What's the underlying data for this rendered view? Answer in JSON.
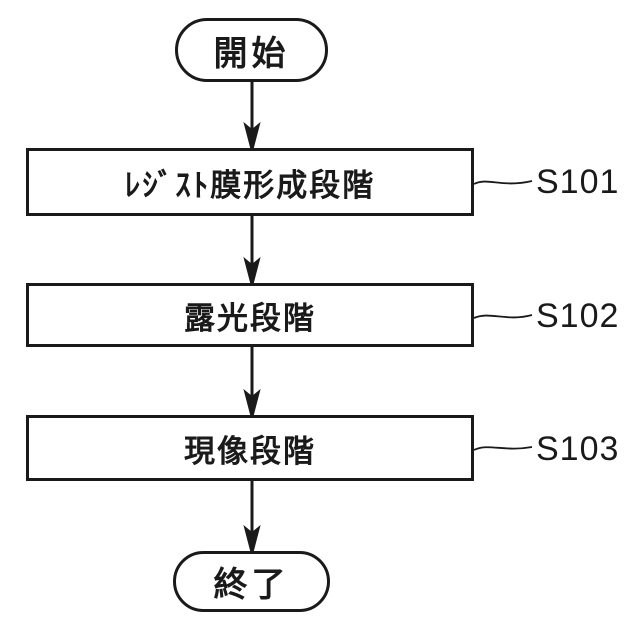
{
  "diagram": {
    "title": "lithography-process-flowchart",
    "start": {
      "label": "開始"
    },
    "end": {
      "label": "終了"
    },
    "steps": [
      {
        "label": "ﾚｼﾞｽﾄ膜形成段階",
        "ref": "S101"
      },
      {
        "label": "露光段階",
        "ref": "S102"
      },
      {
        "label": "現像段階",
        "ref": "S103"
      }
    ]
  },
  "colors": {
    "line": "#1a1a1a",
    "background": "#ffffff"
  }
}
